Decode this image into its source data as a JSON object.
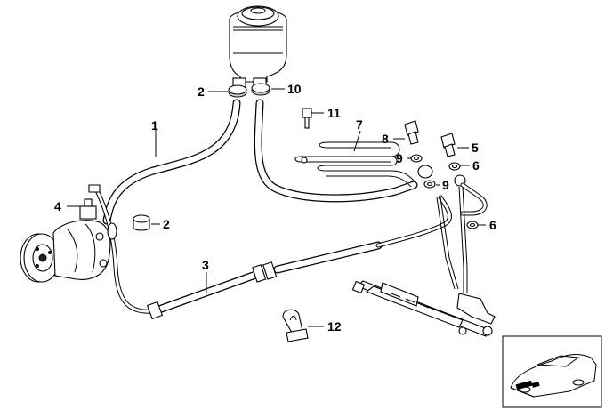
{
  "callouts": {
    "c1": "1",
    "c2a": "2",
    "c2b": "2",
    "c3": "3",
    "c4": "4",
    "c5": "5",
    "c6a": "6",
    "c6b": "6",
    "c7": "7",
    "c8": "8",
    "c9a": "9",
    "c9b": "9",
    "c10": "10",
    "c11": "11",
    "c12": "12"
  }
}
